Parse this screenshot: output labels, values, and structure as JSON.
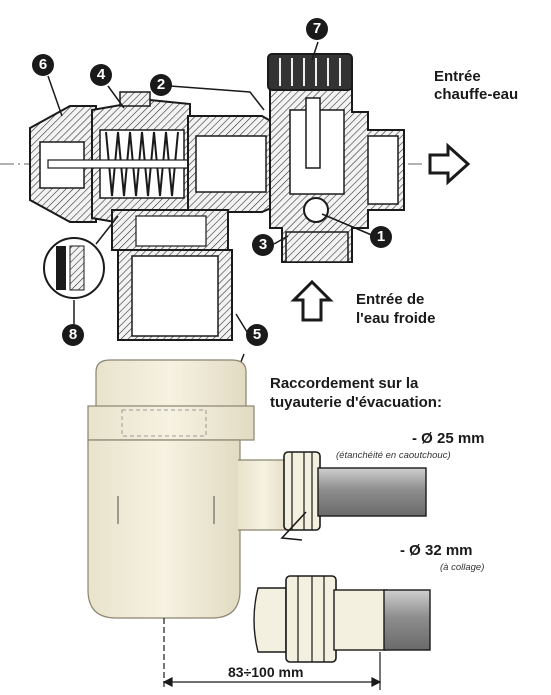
{
  "labels": {
    "hot_outlet": [
      "Entrée",
      "chauffe-eau"
    ],
    "cold_inlet": [
      "Entrée de",
      "l'eau froide"
    ],
    "drain_connection": [
      "Raccordement sur la",
      "tuyauterie d'évacuation:"
    ],
    "size_25": "- Ø 25 mm",
    "size_25_note": "(étanchéité en caoutchouc)",
    "size_32": "- Ø 32 mm",
    "size_32_note": "(à collage)",
    "dimension": "83÷100 mm"
  },
  "callouts": [
    "1",
    "2",
    "3",
    "4",
    "5",
    "6",
    "7",
    "8"
  ],
  "colors": {
    "ink": "#1a1a1a",
    "cream": "#f1ecd8",
    "hatch": "#555555",
    "grey_pipe": "#9a9a9a"
  }
}
